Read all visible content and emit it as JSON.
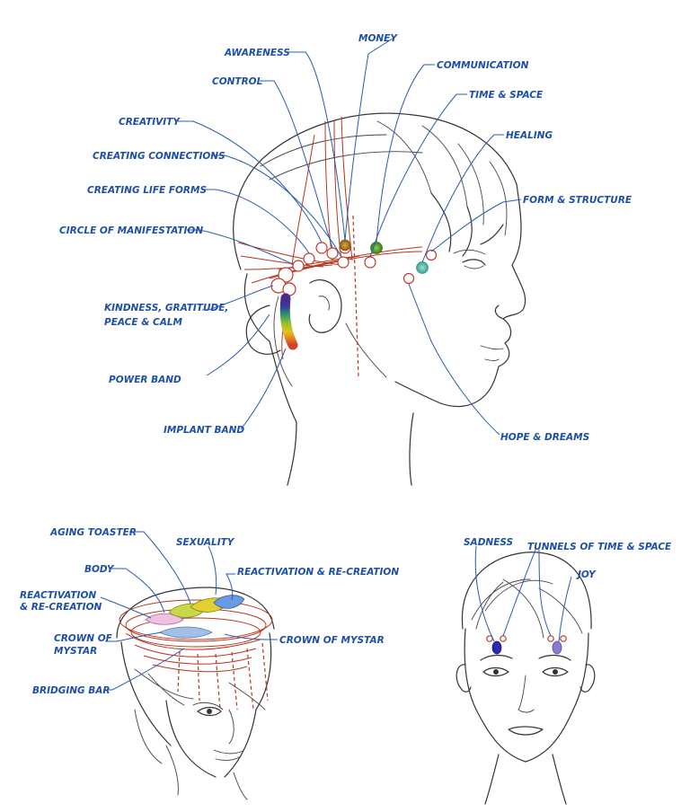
{
  "colors": {
    "label": "#1e4fa6",
    "leader": "#2a5cad",
    "ink": "#333333",
    "energy_line": "#b8371e",
    "money_point": "#c08a1a",
    "communication_point": "#4f9a2a",
    "healing_point": "#5fc0b0",
    "sadness_point": "#2a2ab0",
    "joy_point": "#8a7ad0"
  },
  "side_view": {
    "labels": {
      "awareness": "AWARENESS",
      "money": "MONEY",
      "control": "CONTROL",
      "communication": "COMMUNICATION",
      "time_space": "TIME & SPACE",
      "creativity": "CREATIVITY",
      "healing": "HEALING",
      "creating_connections": "CREATING CONNECTIONS",
      "creating_life_forms": "CREATING LIFE FORMS",
      "form_structure": "FORM & STRUCTURE",
      "circle_manifestation": "CIRCLE OF MANIFESTATION",
      "kindness_line1": "KINDNESS, GRATITUDE,",
      "kindness_line2": "PEACE & CALM",
      "power_band": "POWER BAND",
      "implant_band": "IMPLANT BAND",
      "hope_dreams": "HOPE & DREAMS"
    }
  },
  "crown_view": {
    "labels": {
      "aging_toaster": "AGING TOASTER",
      "sexuality": "SEXUALITY",
      "body": "BODY",
      "reactivation_right": "REACTIVATION & RE-CREATION",
      "reactivation_left_line1": "REACTIVATION",
      "reactivation_left_line2": "& RE-CREATION",
      "crown_left_line1": "CROWN OF",
      "crown_left_line2": "MYSTAR",
      "crown_right": "CROWN OF MYSTAR",
      "bridging_bar": "BRIDGING BAR"
    }
  },
  "front_view": {
    "labels": {
      "sadness": "SADNESS",
      "tunnels": "TUNNELS OF TIME & SPACE",
      "joy": "JOY"
    }
  }
}
